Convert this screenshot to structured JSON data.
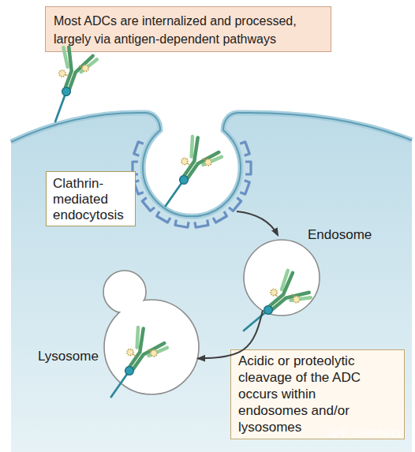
{
  "diagram": {
    "title": "Most ADCs are internalized and processed, largely via antigen-dependent pathways",
    "nodes": [
      {
        "text": [
          "Clathrin-mediated endocytosis"
        ]
      },
      {
        "text": [
          "Endosome"
        ]
      },
      {
        "text": [
          "Lysosome"
        ]
      },
      {
        "text": [
          "Acidic or proteolytic cleavage of the ADC occurs within endosomes and/or lysosomes"
        ]
      }
    ],
    "edges": [
      {
        "from": 1,
        "to": 2,
        "arrow": "to"
      }
    ],
    "labels": [
      "知乎 @Hedwig"
    ]
  }
}
